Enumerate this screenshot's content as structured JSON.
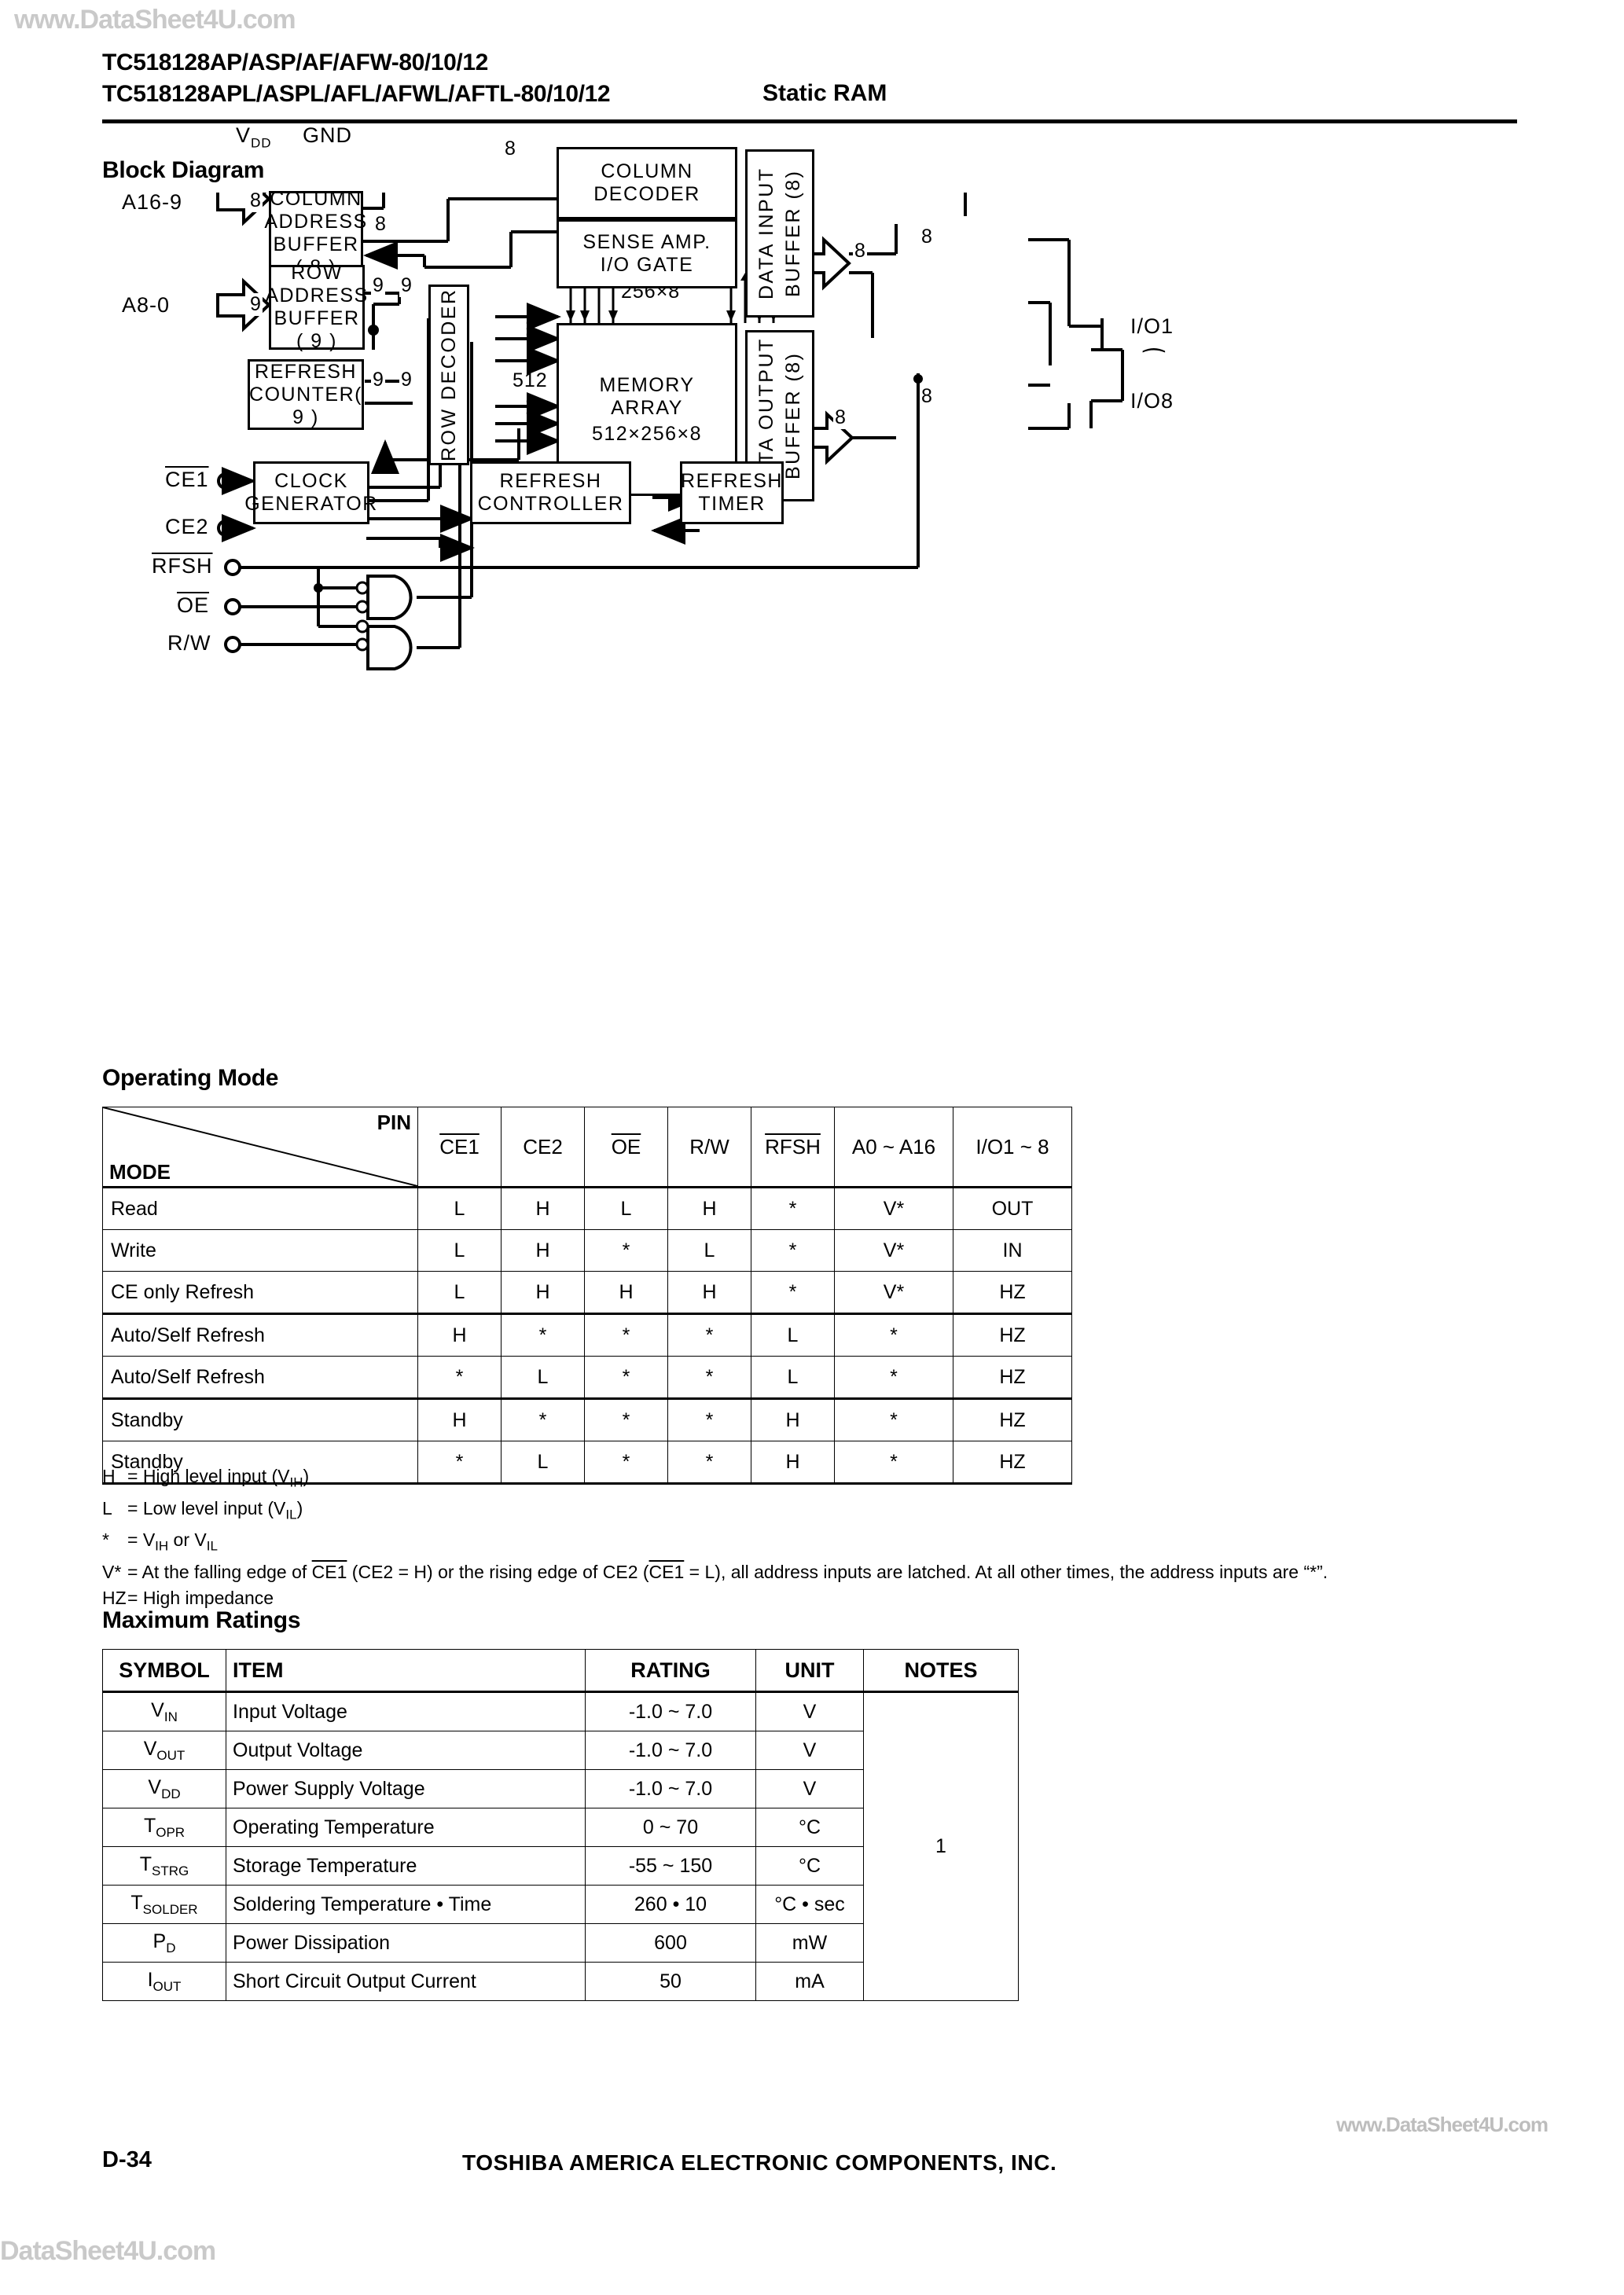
{
  "watermark": {
    "top": "www.DataSheet4U.com",
    "bottom": "DataSheet4U.com",
    "footer": "www.DataSheet4U.com"
  },
  "header": {
    "line1": "TC518128AP/ASP/AF/AFW-80/10/12",
    "line2": "TC518128APL/ASPL/AFL/AFWL/AFTL-80/10/12",
    "device_type": "Static RAM"
  },
  "sections": {
    "block_diagram": "Block Diagram",
    "operating_mode": "Operating Mode",
    "maximum_ratings": "Maximum Ratings"
  },
  "block_diagram": {
    "power_pins": [
      "VDD",
      "GND"
    ],
    "blocks": {
      "column_address_buffer": "COLUMN\nADDRESS\nBUFFER ( 8 )",
      "row_address_buffer": "ROW\nADDRESS\nBUFFER ( 9 )",
      "refresh_counter": "REFRESH\nCOUNTER( 9 )",
      "clock_generator": "CLOCK\nGENERATOR",
      "row_decoder": "ROW DECODER",
      "column_decoder": "COLUMN\nDECODER",
      "sense_amp": "SENSE AMP.\nI/O GATE",
      "memory_array": "MEMORY\nARRAY\n512×256×8",
      "data_input_buffer": "DATA INPUT\nBUFFER (8)",
      "data_output_buffer": "DATA OUTPUT\nBUFFER (8)",
      "refresh_controller": "REFRESH\nCONTROLLER",
      "refresh_timer": "REFRESH\nTIMER"
    },
    "signals": {
      "addr_col": "A16-9",
      "addr_row": "A8-0",
      "ce1": "CE1",
      "ce2": "CE2",
      "rfsh": "RFSH",
      "oe": "OE",
      "rw": "R/W",
      "io_first": "I/O1",
      "io_tilde": "⁀",
      "io_last": "I/O8"
    },
    "bus_widths": {
      "col_in": "8",
      "col_to_decoder_a": "8",
      "col_to_decoder_b": "8",
      "row_in": "9",
      "row_out_a": "9",
      "row_out_b": "9",
      "refresh_out_a": "9",
      "refresh_out_b": "9",
      "sense_io": "8",
      "din_io": "8",
      "dout_io": "8",
      "dout_bus": "8"
    },
    "annotations": {
      "col_bits": "256×8",
      "row_bits": "512"
    }
  },
  "operating_mode": {
    "corner": {
      "pin": "PIN",
      "mode": "MODE"
    },
    "columns": [
      "CE1",
      "CE2",
      "OE",
      "R/W",
      "RFSH",
      "A0 ~ A16",
      "I/O1 ~ 8"
    ],
    "columns_overline": [
      true,
      false,
      true,
      false,
      true,
      false,
      false
    ],
    "groups": [
      {
        "rows": [
          {
            "mode": "Read",
            "values": [
              "L",
              "H",
              "L",
              "H",
              "*",
              "V*",
              "OUT"
            ]
          },
          {
            "mode": "Write",
            "values": [
              "L",
              "H",
              "*",
              "L",
              "*",
              "V*",
              "IN"
            ]
          },
          {
            "mode": "CE only Refresh",
            "values": [
              "L",
              "H",
              "H",
              "H",
              "*",
              "V*",
              "HZ"
            ]
          }
        ]
      },
      {
        "rows": [
          {
            "mode": "Auto/Self Refresh",
            "values": [
              "H",
              "*",
              "*",
              "*",
              "L",
              "*",
              "HZ"
            ]
          },
          {
            "mode": "Auto/Self Refresh",
            "values": [
              "*",
              "L",
              "*",
              "*",
              "L",
              "*",
              "HZ"
            ]
          }
        ]
      },
      {
        "rows": [
          {
            "mode": "Standby",
            "values": [
              "H",
              "*",
              "*",
              "*",
              "H",
              "*",
              "HZ"
            ]
          },
          {
            "mode": "Standby",
            "values": [
              "*",
              "L",
              "*",
              "*",
              "H",
              "*",
              "HZ"
            ]
          }
        ]
      }
    ],
    "footnotes": [
      {
        "key": "H",
        "text": "= High level input (VIH)"
      },
      {
        "key": "L",
        "text": "= Low level input (VIL)"
      },
      {
        "key": "*",
        "text": "= VIH or VIL"
      },
      {
        "key": "V*",
        "text": "= At the falling edge of CE1 (CE2 = H) or the rising edge of CE2 (CE1 = L), all address inputs are latched. At all other times, the address inputs are “*”."
      },
      {
        "key": "HZ",
        "text": "= High impedance"
      }
    ]
  },
  "maximum_ratings": {
    "headers": [
      "SYMBOL",
      "ITEM",
      "RATING",
      "UNIT",
      "NOTES"
    ],
    "notes_value": "1",
    "rows": [
      {
        "sym_main": "V",
        "sym_sub": "IN",
        "item": "Input Voltage",
        "rating": "-1.0 ~ 7.0",
        "unit": "V"
      },
      {
        "sym_main": "V",
        "sym_sub": "OUT",
        "item": "Output Voltage",
        "rating": "-1.0 ~ 7.0",
        "unit": "V"
      },
      {
        "sym_main": "V",
        "sym_sub": "DD",
        "item": "Power Supply Voltage",
        "rating": "-1.0 ~ 7.0",
        "unit": "V"
      },
      {
        "sym_main": "T",
        "sym_sub": "OPR",
        "item": "Operating Temperature",
        "rating": "0 ~ 70",
        "unit": "°C"
      },
      {
        "sym_main": "T",
        "sym_sub": "STRG",
        "item": "Storage Temperature",
        "rating": "-55 ~ 150",
        "unit": "°C"
      },
      {
        "sym_main": "T",
        "sym_sub": "SOLDER",
        "item": "Soldering Temperature • Time",
        "rating": "260 • 10",
        "unit": "°C • sec"
      },
      {
        "sym_main": "P",
        "sym_sub": "D",
        "item": "Power Dissipation",
        "rating": "600",
        "unit": "mW"
      },
      {
        "sym_main": "I",
        "sym_sub": "OUT",
        "item": "Short Circuit Output Current",
        "rating": "50",
        "unit": "mA"
      }
    ]
  },
  "footer": {
    "page": "D-34",
    "company": "TOSHIBA AMERICA ELECTRONIC COMPONENTS, INC."
  }
}
